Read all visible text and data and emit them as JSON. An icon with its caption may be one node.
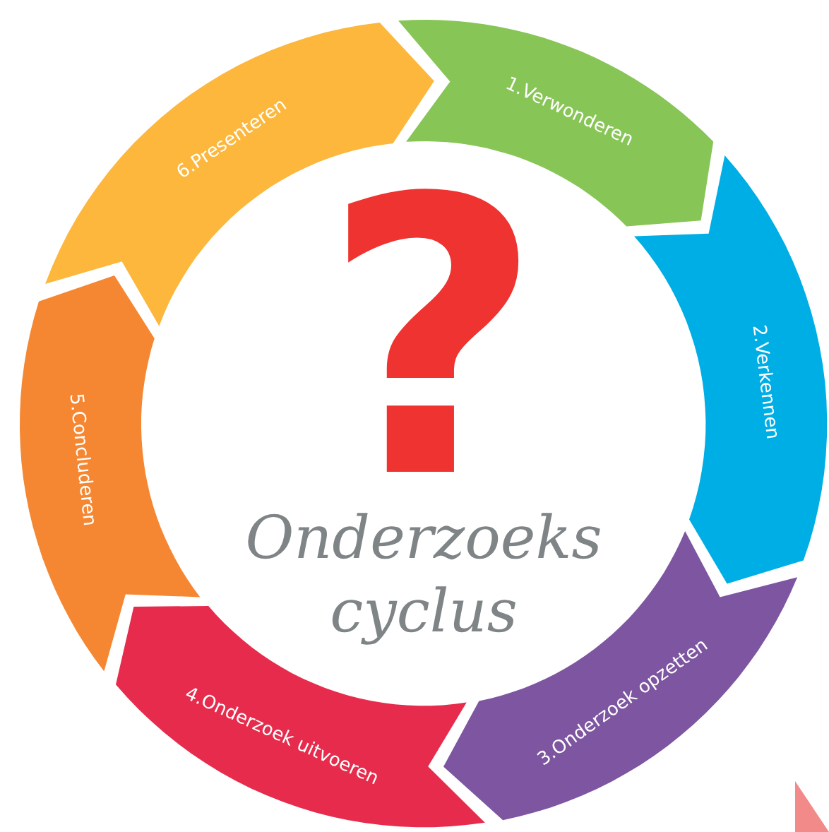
{
  "diagram": {
    "title": "Onderzoeks cyclus",
    "nodes": [
      {
        "text": [
          "1.Verwonderen"
        ]
      },
      {
        "text": [
          "2.Verkennen"
        ]
      },
      {
        "text": [
          "3.Onderzoek opzetten"
        ]
      },
      {
        "text": [
          "4.Onderzoek uitvoeren"
        ]
      },
      {
        "text": [
          "5.Concluderen"
        ]
      },
      {
        "text": [
          "6.Presenteren"
        ]
      }
    ],
    "labels": [
      "?"
    ]
  }
}
